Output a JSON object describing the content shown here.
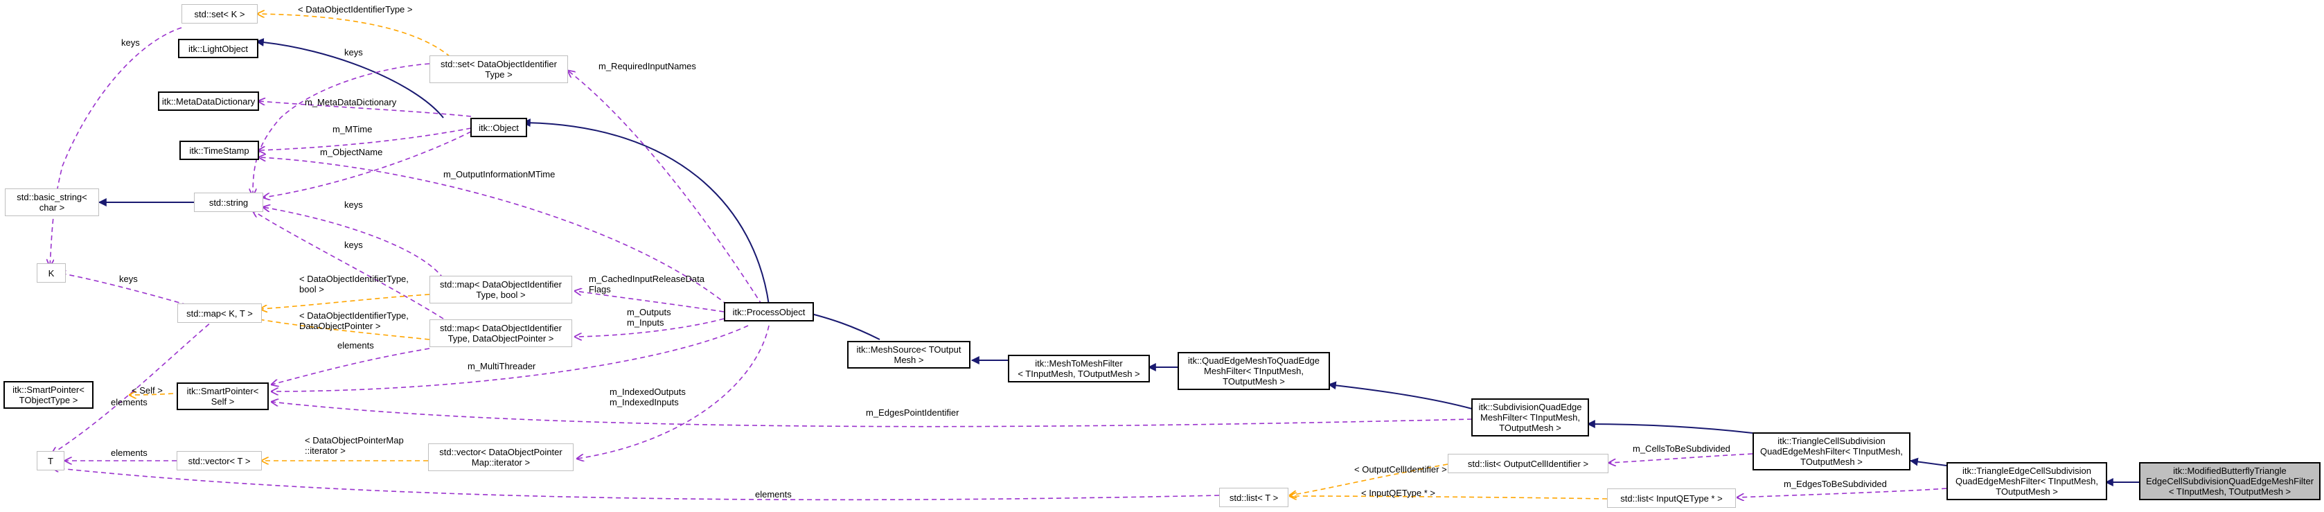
{
  "colors": {
    "inheritance": "#191970",
    "usage": "#9a32cd",
    "template": "#ffa500",
    "node_border_documented": "#000000",
    "node_border_undocumented": "#bfbfbf",
    "focus_fill": "#bfbfbf"
  },
  "nodes": {
    "set_k": {
      "label": "std::set< K >"
    },
    "light_object": {
      "label": "itk::LightObject"
    },
    "set_doi": {
      "label": "std::set< DataObjectIdentifier\nType >"
    },
    "meta_data_dictionary": {
      "label": "itk::MetaDataDictionary"
    },
    "object": {
      "label": "itk::Object"
    },
    "time_stamp": {
      "label": "itk::TimeStamp"
    },
    "basic_string": {
      "label": "std::basic_string<\nchar >"
    },
    "string": {
      "label": "std::string"
    },
    "k": {
      "label": "K"
    },
    "map_kt": {
      "label": "std::map< K, T >"
    },
    "map_doi_bool": {
      "label": "std::map< DataObjectIdentifier\nType, bool >"
    },
    "map_doi_dop": {
      "label": "std::map< DataObjectIdentifier\nType, DataObjectPointer >"
    },
    "process_object": {
      "label": "itk::ProcessObject"
    },
    "smart_pointer_t": {
      "label": "itk::SmartPointer<\nTObjectType >"
    },
    "smart_pointer_self": {
      "label": "itk::SmartPointer<\nSelf >"
    },
    "mesh_source": {
      "label": "itk::MeshSource< TOutput\nMesh >"
    },
    "mesh_to_mesh": {
      "label": "itk::MeshToMeshFilter\n< TInputMesh, TOutputMesh >"
    },
    "qe_to_qe": {
      "label": "itk::QuadEdgeMeshToQuadEdge\nMeshFilter< TInputMesh,\nTOutputMesh >"
    },
    "subdivision_qe": {
      "label": "itk::SubdivisionQuadEdge\nMeshFilter< TInputMesh,\nTOutputMesh >"
    },
    "triangle_cell": {
      "label": "itk::TriangleCellSubdivision\nQuadEdgeMeshFilter< TInputMesh,\nTOutputMesh >"
    },
    "t": {
      "label": "T"
    },
    "vector_t": {
      "label": "std::vector< T >"
    },
    "vector_dop": {
      "label": "std::vector< DataObjectPointer\nMap::iterator >"
    },
    "list_oci": {
      "label": "std::list< OutputCellIdentifier >"
    },
    "triangle_edge": {
      "label": "itk::TriangleEdgeCellSubdivision\nQuadEdgeMeshFilter< TInputMesh,\nTOutputMesh >"
    },
    "modified_butterfly": {
      "label": "itk::ModifiedButterflyTriangle\nEdgeCellSubdivisionQuadEdgeMeshFilter\n< TInputMesh, TOutputMesh >"
    },
    "list_t": {
      "label": "std::list< T >"
    },
    "list_iqe": {
      "label": "std::list< InputQEType * >"
    }
  },
  "edge_labels": {
    "doi_type": "< DataObjectIdentifierType >",
    "keys_1": "keys",
    "keys_2": "keys",
    "keys_3": "keys",
    "keys_4": "keys",
    "keys_5": "keys",
    "required_input_names": "m_RequiredInputNames",
    "meta_data_dictionary": "m_MetaDataDictionary",
    "mtime": "m_MTime",
    "object_name": "m_ObjectName",
    "output_information_mtime": "m_OutputInformationMTime",
    "cached_input_release_data_flags": "m_CachedInputReleaseData\nFlags",
    "doi_bool": "< DataObjectIdentifierType,\nbool >",
    "doi_dop": "< DataObjectIdentifierType,\nDataObjectPointer >",
    "outputs_inputs": "m_Outputs\nm_Inputs",
    "elements_1": "elements",
    "elements_2": "elements",
    "elements_3": "elements",
    "elements_4": "elements",
    "multi_threader": "m_MultiThreader",
    "self": "< Self >",
    "indexed_outputs_inputs": "m_IndexedOutputs\nm_IndexedInputs",
    "edges_point_identifier": "m_EdgesPointIdentifier",
    "dop_map_iterator": "< DataObjectPointerMap\n::iterator >",
    "cells_to_be_subdivided": "m_CellsToBeSubdivided",
    "output_cell_identifier": "< OutputCellIdentifier >",
    "input_qe_type": "< InputQEType * >",
    "edges_to_be_subdivided": "m_EdgesToBeSubdivided"
  }
}
